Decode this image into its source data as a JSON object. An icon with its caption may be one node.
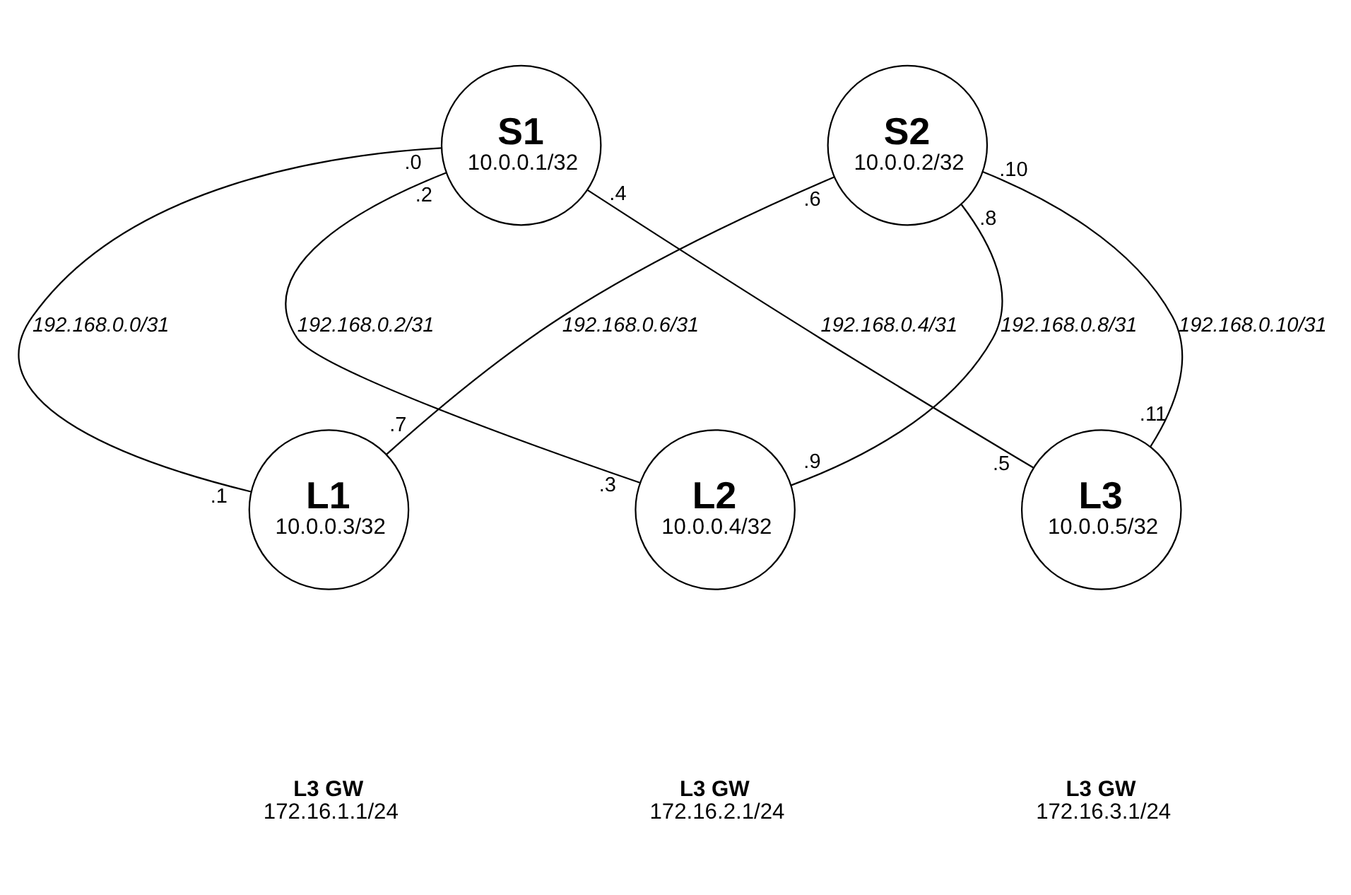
{
  "diagram": {
    "nodes": [
      {
        "text": [
          "S1",
          "10.0.0.1/32"
        ]
      },
      {
        "text": [
          "S2",
          "10.0.0.2/32"
        ]
      },
      {
        "text": [
          "L1",
          "10.0.0.3/32"
        ],
        "beside": [
          "L3 GW",
          "172.16.1.1/24"
        ]
      },
      {
        "text": [
          "L2",
          "10.0.0.4/32"
        ],
        "beside": [
          "L3 GW",
          "172.16.2.1/24"
        ]
      },
      {
        "text": [
          "L3",
          "10.0.0.5/32"
        ],
        "beside": [
          "L3 GW",
          "172.16.3.1/24"
        ]
      }
    ],
    "edges": [
      {
        "from": 0,
        "to": 2,
        "arrow": "none",
        "label": "192.168.0.0/31"
      },
      {
        "from": 0,
        "to": 3,
        "arrow": "none",
        "label": "192.168.0.2/31"
      },
      {
        "from": 0,
        "to": 4,
        "arrow": "none",
        "label": "192.168.0.4/31"
      },
      {
        "from": 1,
        "to": 2,
        "arrow": "none",
        "label": "192.168.0.6/31"
      },
      {
        "from": 1,
        "to": 3,
        "arrow": "none",
        "label": "192.168.0.8/31"
      },
      {
        "from": 1,
        "to": 4,
        "arrow": "none",
        "label": "192.168.0.10/31"
      }
    ],
    "labels": [
      ".0",
      ".1",
      ".2",
      ".3",
      ".4",
      ".5",
      ".6",
      ".7",
      ".8",
      ".9",
      ".10",
      ".11"
    ]
  }
}
